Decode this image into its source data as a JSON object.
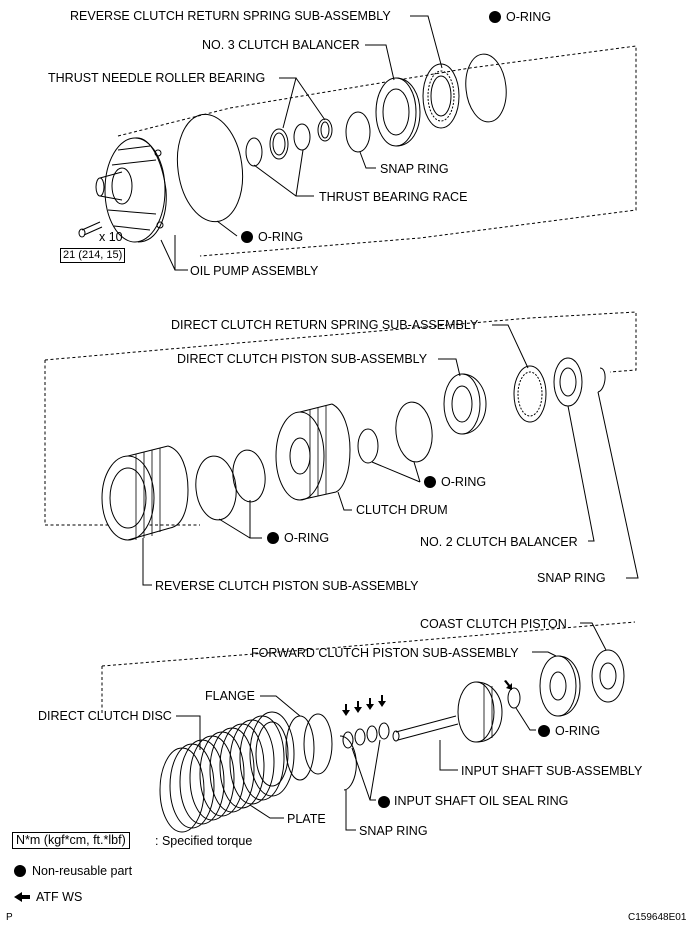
{
  "labels": {
    "reverse_clutch_return_spring": "REVERSE CLUTCH RETURN SPRING SUB-ASSEMBLY",
    "oring_top": "O-RING",
    "no3_clutch_balancer": "NO. 3 CLUTCH BALANCER",
    "thrust_needle_roller_bearing": "THRUST NEEDLE ROLLER BEARING",
    "snap_ring_top": "SNAP RING",
    "thrust_bearing_race": "THRUST BEARING RACE",
    "oring_pump": "O-RING",
    "bolt_count": "x 10",
    "torque_value": "21 (214, 15)",
    "oil_pump_assembly": "OIL PUMP ASSEMBLY",
    "direct_clutch_return_spring": "DIRECT CLUTCH RETURN SPRING SUB-ASSEMBLY",
    "direct_clutch_piston": "DIRECT CLUTCH PISTON SUB-ASSEMBLY",
    "oring_drum": "O-RING",
    "clutch_drum": "CLUTCH DRUM",
    "oring_reverse": "O-RING",
    "no2_clutch_balancer": "NO. 2 CLUTCH BALANCER",
    "reverse_clutch_piston": "REVERSE CLUTCH PISTON SUB-ASSEMBLY",
    "snap_ring_mid": "SNAP RING",
    "coast_clutch_piston": "COAST CLUTCH PISTON",
    "forward_clutch_piston": "FORWARD CLUTCH PISTON SUB-ASSEMBLY",
    "flange": "FLANGE",
    "direct_clutch_disc": "DIRECT CLUTCH DISC",
    "oring_input": "O-RING",
    "input_shaft": "INPUT SHAFT SUB-ASSEMBLY",
    "input_shaft_oil_seal_ring": "INPUT SHAFT OIL SEAL RING",
    "plate": "PLATE",
    "snap_ring_bottom": "SNAP RING"
  },
  "legend": {
    "torque_unit": "N*m (kgf*cm, ft.*lbf)",
    "torque_desc": ": Specified torque",
    "non_reusable": "Non-reusable part",
    "atf": "ATF WS"
  },
  "footer": {
    "page_marker": "P",
    "figure_code": "C159648E01"
  }
}
